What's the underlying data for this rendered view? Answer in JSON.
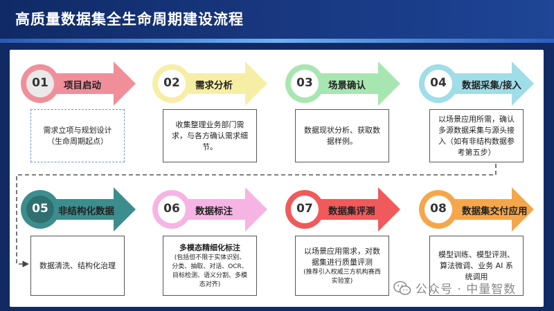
{
  "title": "高质量数据集全生命周期建设流程",
  "steps": [
    {
      "num": "01",
      "label": "项目启动",
      "lines": [
        "需求立项与规划设计",
        "（生命周期起点）"
      ],
      "color": "#f08f9a",
      "circle": "#e9e9e9"
    },
    {
      "num": "02",
      "label": "需求分析",
      "lines": [
        "收集整理业务部门需",
        "求，与各方确认需求细",
        "节。"
      ],
      "color": "#f7eea6",
      "circle": "#ffffff"
    },
    {
      "num": "03",
      "label": "场景确认",
      "lines": [
        "数据现状分析、获取数",
        "据样例。"
      ],
      "color": "#a8e6b1",
      "circle": "#ffffff"
    },
    {
      "num": "04",
      "label": "数据采集/接入",
      "lines": [
        "以场景应用所需，确认",
        "多源数据采集与源头接",
        "入（如有非结构数据参",
        "考第五步）"
      ],
      "color": "#9fdde8",
      "circle": "#ffffff"
    },
    {
      "num": "05",
      "label": "非结构化数据",
      "lines": [
        "数据清洗、结构化治理"
      ],
      "color": "#3c8e8e",
      "circle": "#2f6f70"
    },
    {
      "num": "06",
      "label": "数据标注",
      "lines": [
        "多模态精细化标注"
      ],
      "small_lines": [
        "(包括但不限于实体识别、",
        "分类、抽取、对话、OCR、",
        "目标检测、语义分割、多模",
        "态对齐)"
      ],
      "color": "#f6b4e4",
      "circle": "#ffffff"
    },
    {
      "num": "07",
      "label": "数据集评测",
      "lines": [
        "以场景应用需求，对数",
        "据集进行质量评测"
      ],
      "small_lines": [
        "(推荐引入权威三方机构赛西",
        "实验室)"
      ],
      "color": "#f05a5a",
      "circle": "#ffffff"
    },
    {
      "num": "08",
      "label": "数据集交付应用",
      "lines": [
        "模型训练、模型评测、",
        "算法微调、业务 AI 系",
        "统调用"
      ],
      "color": "#f6a64a",
      "circle": "#ffffff"
    }
  ],
  "watermark": {
    "text": "公众号 · 中量智数",
    "icon": "wechat-icon"
  }
}
